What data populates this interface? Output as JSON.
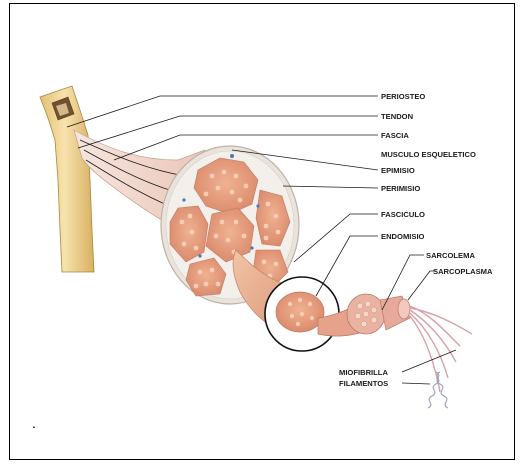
{
  "figure": {
    "labels": {
      "periosteo": "PERIOSTEO",
      "tendon": "TENDON",
      "fascia": "FASCIA",
      "musculo": "MUSCULO ESQUELETICO",
      "epimisio": "EPIMISIO",
      "perimisio": "PERIMISIO",
      "fasciculo": "FASCICULO",
      "endomisio": "ENDOMISIO",
      "sarcolema": "SARCOLEMA",
      "sarcoplasma": "SARCOPLASMA",
      "miofibrilla": "MIOFIBRILLA",
      "filamentos": "FILAMENTOS"
    },
    "stray_mark": "."
  },
  "colors": {
    "bone": "#f1d89a",
    "bone_dark": "#c9a45a",
    "tendon": "#f2d9cf",
    "fascicle": "#e8a483",
    "fascicle_dot": "#f6c9ad",
    "sheath": "#ece7e2",
    "fiber": "#e6a79a"
  }
}
